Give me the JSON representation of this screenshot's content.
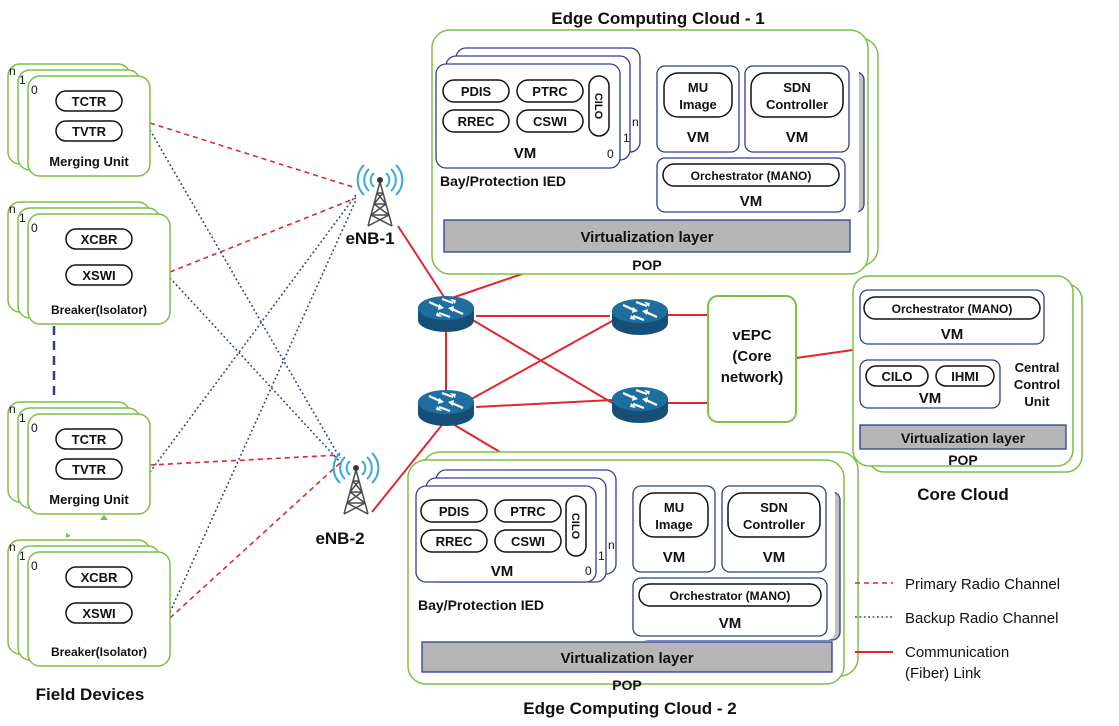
{
  "colors": {
    "green": "#7cc043",
    "blue": "#2e3d8f",
    "red": "#e2262d",
    "gray": "#b6b6b6",
    "router": "#1f6ea0"
  },
  "icons": {
    "router": "router-icon",
    "antenna": "cell-tower-icon"
  },
  "clouds": {
    "ecc1": {
      "title": "Edge Computing Cloud - 1"
    },
    "ecc2": {
      "title": "Edge Computing Cloud - 2"
    },
    "core": {
      "title": "Core Cloud"
    }
  },
  "ied": {
    "title": "Bay/Protection IED",
    "vm": "VM",
    "pills": {
      "pdis": "PDIS",
      "ptrc": "PTRC",
      "rrec": "RREC",
      "cswi": "CSWI"
    },
    "cilo": "CILO",
    "stack": {
      "n": "n",
      "one": "1",
      "zero": "0"
    }
  },
  "edge_vms": {
    "mu_line1": "MU",
    "mu_line2": "Image",
    "sdn_line1": "SDN",
    "sdn_line2": "Controller",
    "vm": "VM",
    "orchestrator": "Orchestrator (MANO)",
    "virtualization": "Virtualization layer",
    "pop": "POP"
  },
  "core_cloud": {
    "orchestrator": "Orchestrator (MANO)",
    "vm": "VM",
    "cilo": "CILO",
    "ihmi": "IHMI",
    "ccu_line1": "Central",
    "ccu_line2": "Control",
    "ccu_line3": "Unit",
    "virtualization": "Virtualization layer",
    "pop": "POP"
  },
  "vepc": {
    "line1": "vEPC",
    "line2": "(Core",
    "line3": "network)"
  },
  "enbs": {
    "enb1": "eNB-1",
    "enb2": "eNB-2"
  },
  "field_devices": {
    "title": "Field Devices",
    "stack": {
      "n": "n",
      "one": "1",
      "zero": "0"
    },
    "merging_unit": {
      "label": "Merging Unit",
      "pill1": "TCTR",
      "pill2": "TVTR"
    },
    "breaker": {
      "label": "Breaker(Isolator)",
      "pill1": "XCBR",
      "pill2": "XSWI"
    }
  },
  "legend": {
    "primary": "Primary Radio Channel",
    "backup": "Backup Radio Channel",
    "fiber_line1": "Communication",
    "fiber_line2": "(Fiber) Link"
  }
}
